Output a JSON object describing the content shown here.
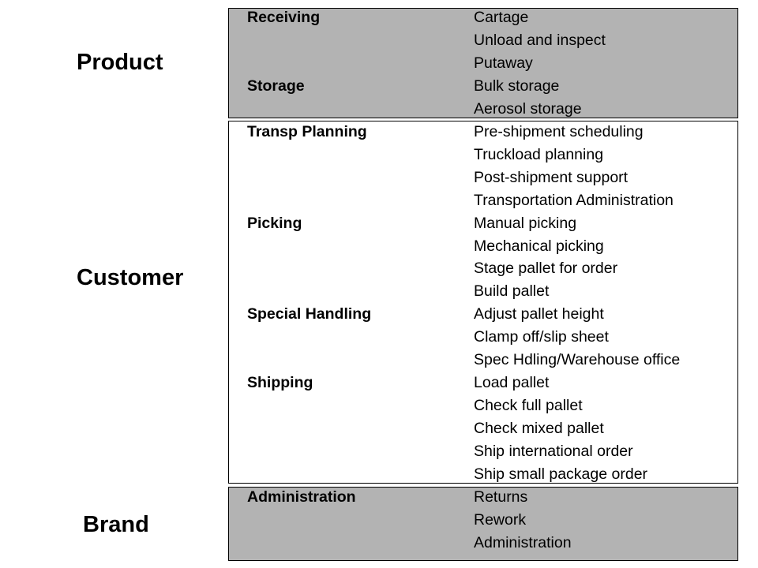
{
  "colors": {
    "shaded_box": "#b3b3b3",
    "plain_box": "#ffffff",
    "text": "#000000",
    "border": "#000000"
  },
  "groups": [
    {
      "label": "Product",
      "shaded": true,
      "rows": [
        {
          "category": "Receiving",
          "activity": "Cartage"
        },
        {
          "category": "",
          "activity": "Unload and inspect"
        },
        {
          "category": "",
          "activity": "Putaway"
        },
        {
          "category": "Storage",
          "activity": "Bulk storage"
        },
        {
          "category": "",
          "activity": "Aerosol storage"
        }
      ]
    },
    {
      "label": "Customer",
      "shaded": false,
      "rows": [
        {
          "category": "Transp Planning",
          "activity": "Pre-shipment scheduling"
        },
        {
          "category": "",
          "activity": "Truckload planning"
        },
        {
          "category": "",
          "activity": "Post-shipment support"
        },
        {
          "category": "",
          "activity": "Transportation Administration"
        },
        {
          "category": "Picking",
          "activity": "Manual picking"
        },
        {
          "category": "",
          "activity": "Mechanical picking"
        },
        {
          "category": "",
          "activity": "Stage pallet for order"
        },
        {
          "category": "",
          "activity": "Build pallet"
        },
        {
          "category": "Special Handling",
          "activity": "Adjust pallet height"
        },
        {
          "category": "",
          "activity": "Clamp off/slip sheet"
        },
        {
          "category": "",
          "activity": "Spec Hdling/Warehouse office"
        },
        {
          "category": "Shipping",
          "activity": "Load pallet"
        },
        {
          "category": "",
          "activity": "Check full pallet"
        },
        {
          "category": "",
          "activity": "Check mixed pallet"
        },
        {
          "category": "",
          "activity": "Ship international order"
        },
        {
          "category": "",
          "activity": "Ship small package order"
        }
      ]
    },
    {
      "label": "Brand",
      "shaded": true,
      "rows": [
        {
          "category": "Administration",
          "activity": "Returns"
        },
        {
          "category": "",
          "activity": "Rework"
        },
        {
          "category": "",
          "activity": "Administration"
        }
      ]
    }
  ]
}
